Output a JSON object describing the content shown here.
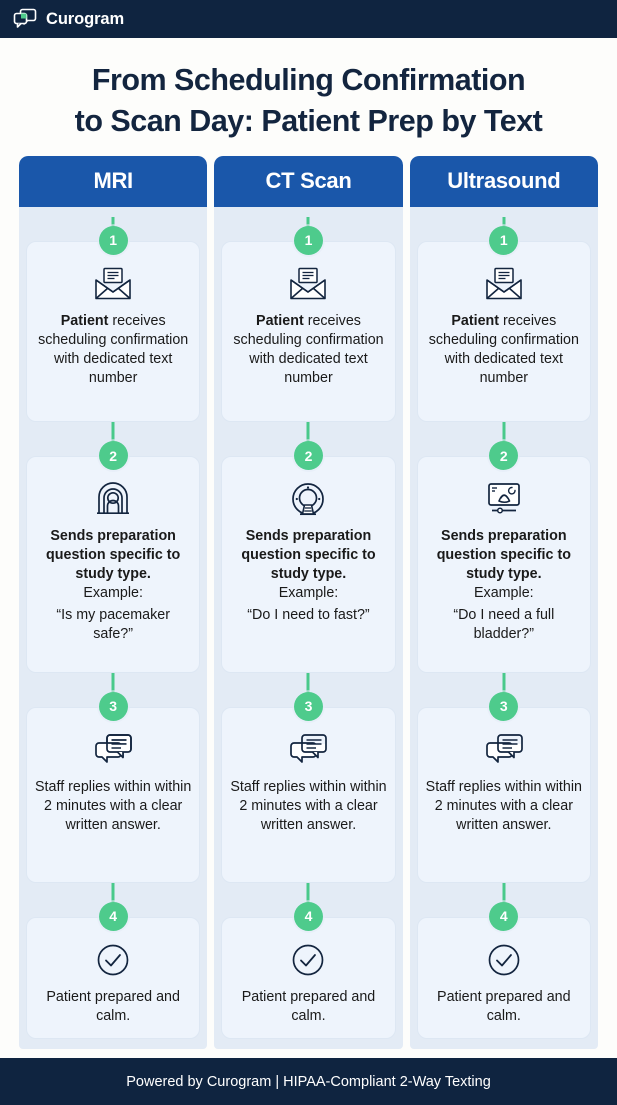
{
  "brand": {
    "name": "Curogram",
    "logo_icon": "chat-bubbles-logo-icon",
    "bar_color": "#0f2440",
    "accent_green": "#4ecb8c"
  },
  "title": "From Scheduling Confirmation to Scan Day: Patient Prep by Text",
  "title_line1": "From Scheduling Confirmation",
  "title_line2": "to Scan Day: Patient Prep by Text",
  "colors": {
    "header_blue": "#1a57aa",
    "card_blue": "#eef4fc",
    "column_bg": "#e3ebf5",
    "navy": "#0f2440",
    "green": "#4ecb8c",
    "page_bg": "#fdfdfb"
  },
  "columns": [
    {
      "header": "MRI",
      "steps": [
        {
          "number": "1",
          "icon": "open-envelope-letter-icon",
          "lead": "Patient",
          "text": " receives scheduling confirmation with dedicated text number"
        },
        {
          "number": "2",
          "icon": "mri-scanner-icon",
          "heading": "Sends preparation question specific to study type.",
          "example_label": "Example:",
          "quote": "“Is my pacemaker safe?”"
        },
        {
          "number": "3",
          "icon": "chat-bubbles-reply-icon",
          "text": "Staff replies within within 2 minutes with a clear written answer."
        },
        {
          "number": "4",
          "icon": "check-circle-icon",
          "text": "Patient prepared and calm."
        }
      ]
    },
    {
      "header": "CT Scan",
      "steps": [
        {
          "number": "1",
          "icon": "open-envelope-letter-icon",
          "lead": "Patient",
          "text": " receives scheduling confirmation with dedicated text number"
        },
        {
          "number": "2",
          "icon": "ct-scanner-icon",
          "heading": "Sends preparation question specific to study type.",
          "example_label": "Example:",
          "quote": "“Do I need to fast?”"
        },
        {
          "number": "3",
          "icon": "chat-bubbles-reply-icon",
          "text": "Staff replies within within 2 minutes with a clear written answer."
        },
        {
          "number": "4",
          "icon": "check-circle-icon",
          "text": "Patient prepared and calm."
        }
      ]
    },
    {
      "header": "Ultrasound",
      "steps": [
        {
          "number": "1",
          "icon": "open-envelope-letter-icon",
          "lead": "Patient",
          "text": " receives scheduling confirmation with dedicated text number"
        },
        {
          "number": "2",
          "icon": "ultrasound-monitor-icon",
          "heading": "Sends preparation question specific to study type.",
          "example_label": "Example:",
          "quote": "“Do I need a full bladder?”"
        },
        {
          "number": "3",
          "icon": "chat-bubbles-reply-icon",
          "text": "Staff replies within within 2 minutes with a clear written answer."
        },
        {
          "number": "4",
          "icon": "check-circle-icon",
          "text": "Patient prepared and calm."
        }
      ]
    }
  ],
  "footer": "Powered by Curogram | HIPAA-Compliant 2-Way Texting"
}
